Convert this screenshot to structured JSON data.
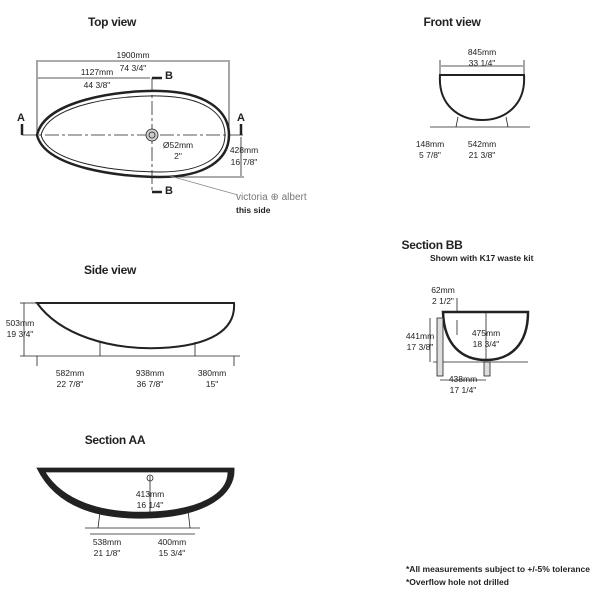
{
  "top_view": {
    "title": "Top view",
    "length_mm": "1900mm",
    "length_in": "74 3/4\"",
    "drain_offset_mm": "1127mm",
    "drain_offset_in": "44 3/8\"",
    "drain_dia_mm": "Ø52mm",
    "drain_dia_in": "2\"",
    "half_width_mm": "428mm",
    "half_width_in": "16 7/8\"",
    "section_a": "A",
    "section_b": "B",
    "brand": "victoria ⊕ albert",
    "brand_note": "this side"
  },
  "front_view": {
    "title": "Front view",
    "width_mm": "845mm",
    "width_in": "33 1/4\"",
    "base_height_mm": "148mm",
    "base_height_in": "5 7/8\"",
    "base_width_mm": "542mm",
    "base_width_in": "21 3/8\""
  },
  "side_view": {
    "title": "Side view",
    "height_mm": "503mm",
    "height_in": "19 3/4\"",
    "left_mm": "582mm",
    "left_in": "22 7/8\"",
    "mid_mm": "938mm",
    "mid_in": "36 7/8\"",
    "right_mm": "380mm",
    "right_in": "15\""
  },
  "section_aa": {
    "title": "Section AA",
    "depth_mm": "413mm",
    "depth_in": "16 1/4\"",
    "left_mm": "538mm",
    "left_in": "21 1/8\"",
    "right_mm": "400mm",
    "right_in": "15 3/4\""
  },
  "section_bb": {
    "title": "Section BB",
    "subtitle": "Shown with K17 waste kit",
    "overflow_mm": "62mm",
    "overflow_in": "2 1/2\"",
    "waste_height_mm": "441mm",
    "waste_height_in": "17 3/8\"",
    "depth_mm": "475mm",
    "depth_in": "18 3/4\"",
    "waste_offset_mm": "438mm",
    "waste_offset_in": "17 1/4\""
  },
  "notes": [
    "*All measurements subject to +/-5% tolerance",
    "*Overflow hole not drilled"
  ]
}
